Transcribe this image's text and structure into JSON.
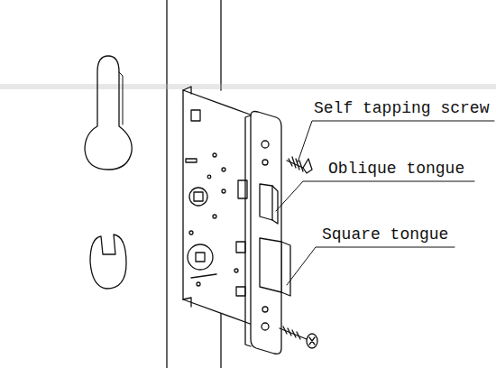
{
  "diagram": {
    "labels": [
      "Self tapping screw",
      "Oblique tongue",
      "Square tongue"
    ]
  }
}
